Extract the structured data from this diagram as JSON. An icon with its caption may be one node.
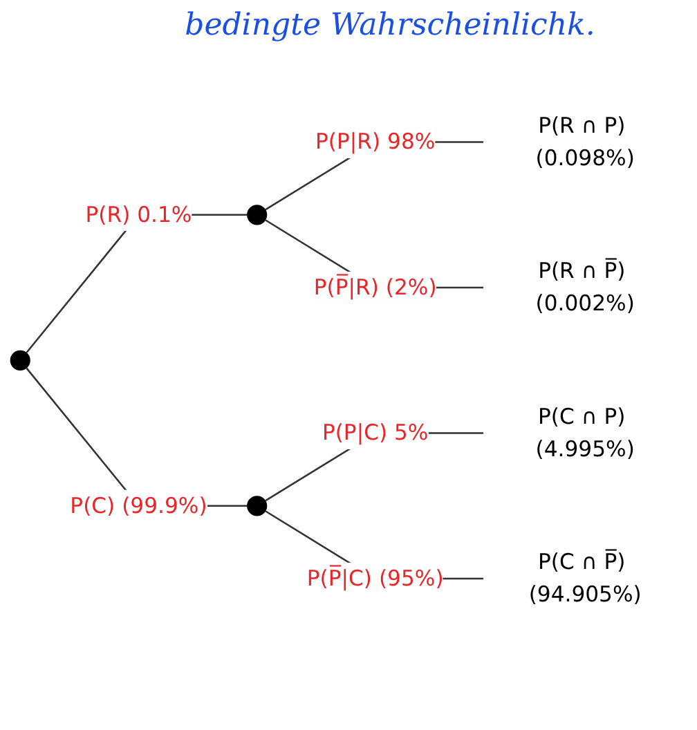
{
  "diagram": {
    "nodes": [
      {
        "text": [],
        "shape": "circle"
      },
      {
        "text": [],
        "shape": "circle"
      },
      {
        "text": [],
        "shape": "circle"
      },
      {
        "text": [
          "P(R ∩ P) (0.098%)"
        ]
      },
      {
        "text": [
          "P(R ∩ P̅) (0.002%)"
        ]
      },
      {
        "text": [
          "P(C ∩ P) (4.995%)"
        ]
      },
      {
        "text": [
          "P(C ∩ P̅) (94.905%)"
        ]
      }
    ],
    "edges": [
      {
        "from": 0,
        "to": 1,
        "arrow": "none",
        "label": "P(R) 0.1%"
      },
      {
        "from": 0,
        "to": 2,
        "arrow": "none",
        "label": "P(C) (99.9%)"
      },
      {
        "from": 1,
        "to": 3,
        "arrow": "none",
        "label": "P(P|R) 98%"
      },
      {
        "from": 1,
        "to": 4,
        "arrow": "none",
        "label": "P(P̅|R) (2%)"
      },
      {
        "from": 2,
        "to": 5,
        "arrow": "none",
        "label": "P(P|C) 5%"
      },
      {
        "from": 2,
        "to": 6,
        "arrow": "none",
        "label": "P(P̅|C) (95%)"
      }
    ],
    "labels": [
      "bedingte Wahrscheinlichk."
    ]
  }
}
